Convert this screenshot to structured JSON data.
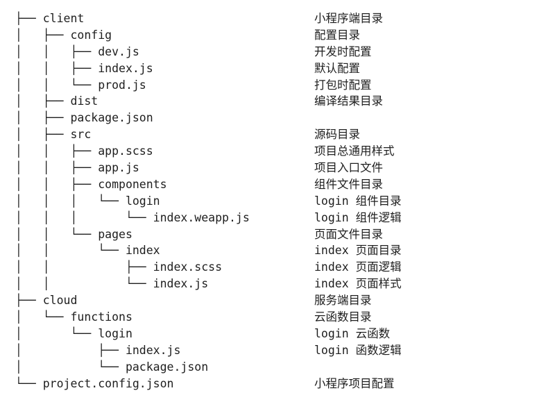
{
  "tree": [
    {
      "path": "├── client",
      "comment": "小程序端目录"
    },
    {
      "path": "│   ├── config",
      "comment": "配置目录"
    },
    {
      "path": "│   │   ├── dev.js",
      "comment": "开发时配置"
    },
    {
      "path": "│   │   ├── index.js",
      "comment": "默认配置"
    },
    {
      "path": "│   │   └── prod.js",
      "comment": "打包时配置"
    },
    {
      "path": "│   ├── dist",
      "comment": "编译结果目录"
    },
    {
      "path": "│   ├── package.json",
      "comment": ""
    },
    {
      "path": "│   ├── src",
      "comment": "源码目录"
    },
    {
      "path": "│   │   ├── app.scss",
      "comment": "项目总通用样式"
    },
    {
      "path": "│   │   ├── app.js",
      "comment": "项目入口文件"
    },
    {
      "path": "│   │   ├── components",
      "comment": "组件文件目录"
    },
    {
      "path": "│   │   │   └── login",
      "comment": "login 组件目录"
    },
    {
      "path": "│   │   │       └── index.weapp.js",
      "comment": "login 组件逻辑"
    },
    {
      "path": "│   │   └── pages",
      "comment": "页面文件目录"
    },
    {
      "path": "│   │       └── index",
      "comment": "index 页面目录"
    },
    {
      "path": "│   │           ├── index.scss",
      "comment": "index 页面逻辑"
    },
    {
      "path": "│   │           └── index.js",
      "comment": "index 页面样式"
    },
    {
      "path": "├── cloud",
      "comment": "服务端目录"
    },
    {
      "path": "│   └── functions",
      "comment": "云函数目录"
    },
    {
      "path": "│       └── login",
      "comment": "login 云函数"
    },
    {
      "path": "│           ├── index.js",
      "comment": "login 函数逻辑"
    },
    {
      "path": "│           └── package.json",
      "comment": ""
    },
    {
      "path": "└── project.config.json",
      "comment": "小程序项目配置"
    }
  ]
}
